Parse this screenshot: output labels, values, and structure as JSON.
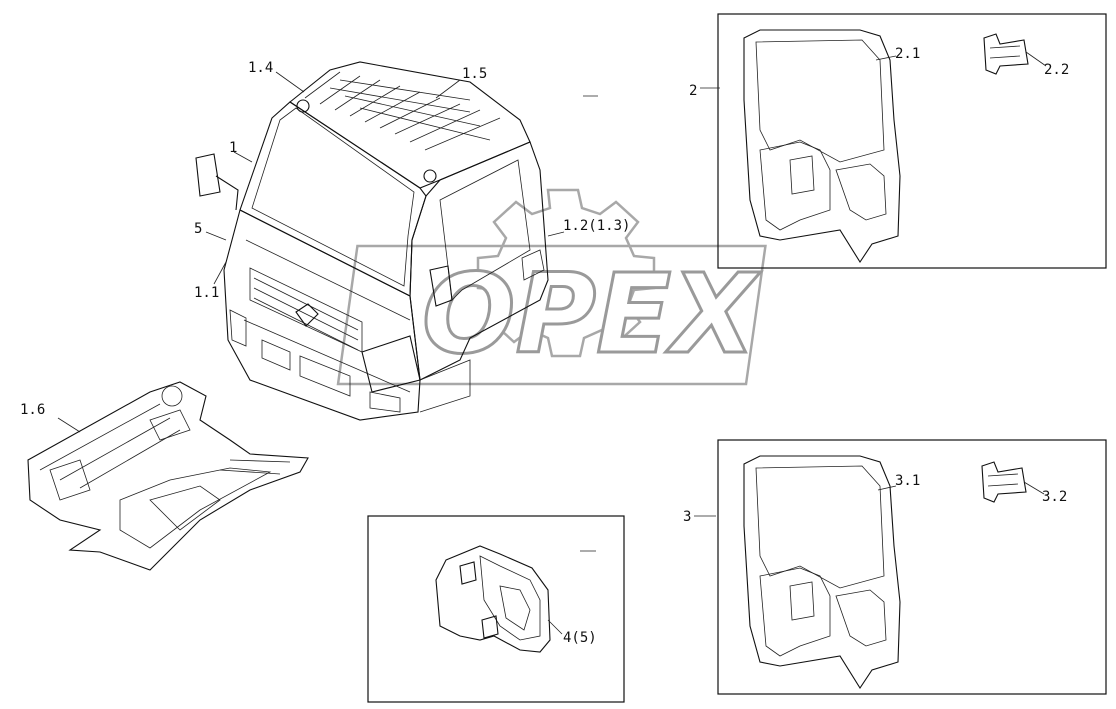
{
  "watermark": {
    "text": "OPEX",
    "color": "#9a9a9a"
  },
  "labels": {
    "l1": "1",
    "l1_1": "1.1",
    "l1_2": "1.2(1.3)",
    "l1_4": "1.4",
    "l1_5": "1.5",
    "l1_6": "1.6",
    "l2": "2",
    "l2_1": "2.1",
    "l2_2": "2.2",
    "l3": "3",
    "l3_1": "3.1",
    "l3_2": "3.2",
    "l4": "4(5)",
    "l5": "5"
  }
}
